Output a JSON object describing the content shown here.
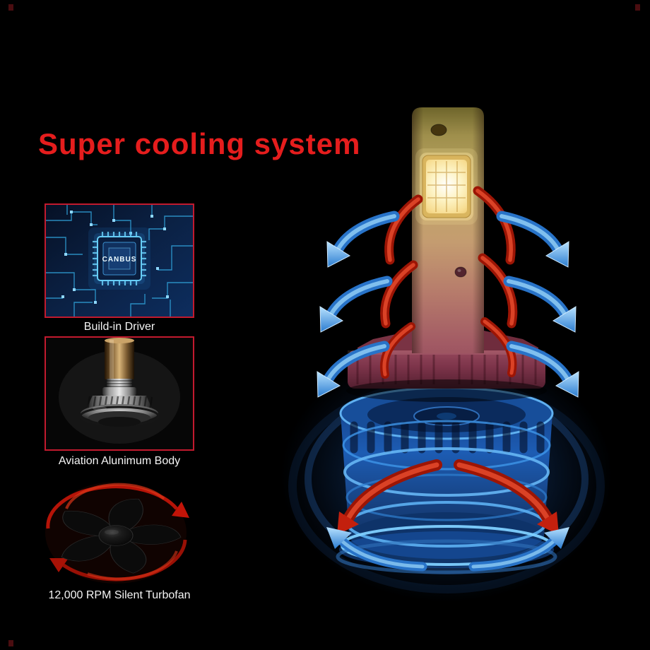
{
  "title": "Super cooling system",
  "features": [
    {
      "caption": "Build-in Driver",
      "chip_label": "CANBUS"
    },
    {
      "caption": "Aviation Alunimum Body"
    },
    {
      "caption": "12,000 RPM Silent Turbofan"
    }
  ],
  "colors": {
    "background": "#000000",
    "title_red": "#e51d1d",
    "box_border_red": "#c21a2e",
    "cool_air_blue": "#2b7cd0",
    "heat_red": "#c3200e",
    "led_glow": "#fdf2c0"
  }
}
